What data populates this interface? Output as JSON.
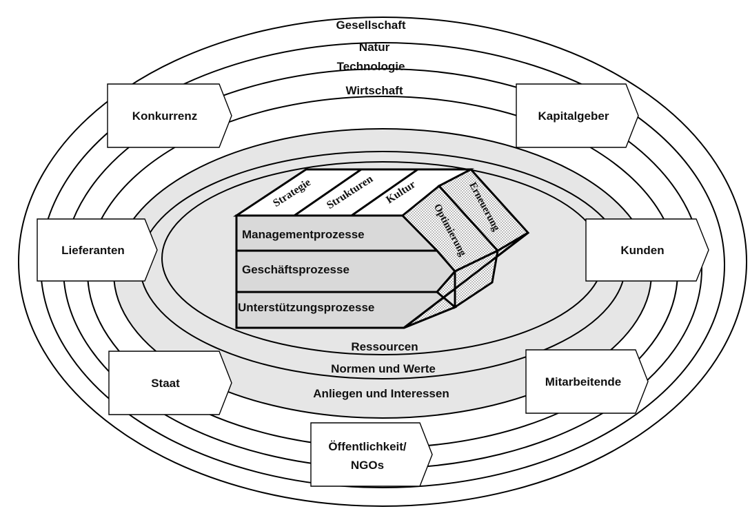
{
  "rings": {
    "gesellschaft": "Gesellschaft",
    "natur": "Natur",
    "technologie": "Technologie",
    "wirtschaft": "Wirtschaft",
    "ressourcen": "Ressourcen",
    "normen": "Normen und Werte",
    "anliegen": "Anliegen und Interessen"
  },
  "stakeholders": {
    "konkurrenz": "Konkurrenz",
    "kapitalgeber": "Kapitalgeber",
    "lieferanten": "Lieferanten",
    "kunden": "Kunden",
    "staat": "Staat",
    "mitarbeitende": "Mitarbeitende",
    "oeffentlichkeit_line1": "Öffentlichkeit/",
    "oeffentlichkeit_line2": "NGOs"
  },
  "cube": {
    "top_labels": [
      "Strategie",
      "Strukturen",
      "Kultur"
    ],
    "front_rows": [
      "Managementprozesse",
      "Geschäftsprozesse",
      "Unterstützungsprozesse"
    ],
    "side_labels": [
      "Optimierung",
      "Erneuerung"
    ]
  },
  "colors": {
    "outer_ring": "#ffffff",
    "inner_band": "#e6e6e6",
    "front_face": "#d9d9d9",
    "side_pattern": "#bdbdbd"
  }
}
